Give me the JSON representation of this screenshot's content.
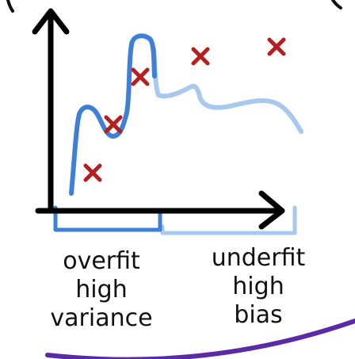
{
  "labels": {
    "left": {
      "line1": "overfit",
      "line2": "high",
      "line3": "variance"
    },
    "right": {
      "line1": "underfit",
      "line2": "high",
      "line3": "bias"
    }
  },
  "colors": {
    "axis": "#000000",
    "overfit_curve": "#3f7fd6",
    "underfit_curve": "#a9c8ee",
    "data_point": "#b51f1f",
    "frame_arc": "#5b2aa6"
  },
  "icons": {
    "data_point": "x-mark-icon",
    "axis_arrow": "arrow-head-icon"
  }
}
